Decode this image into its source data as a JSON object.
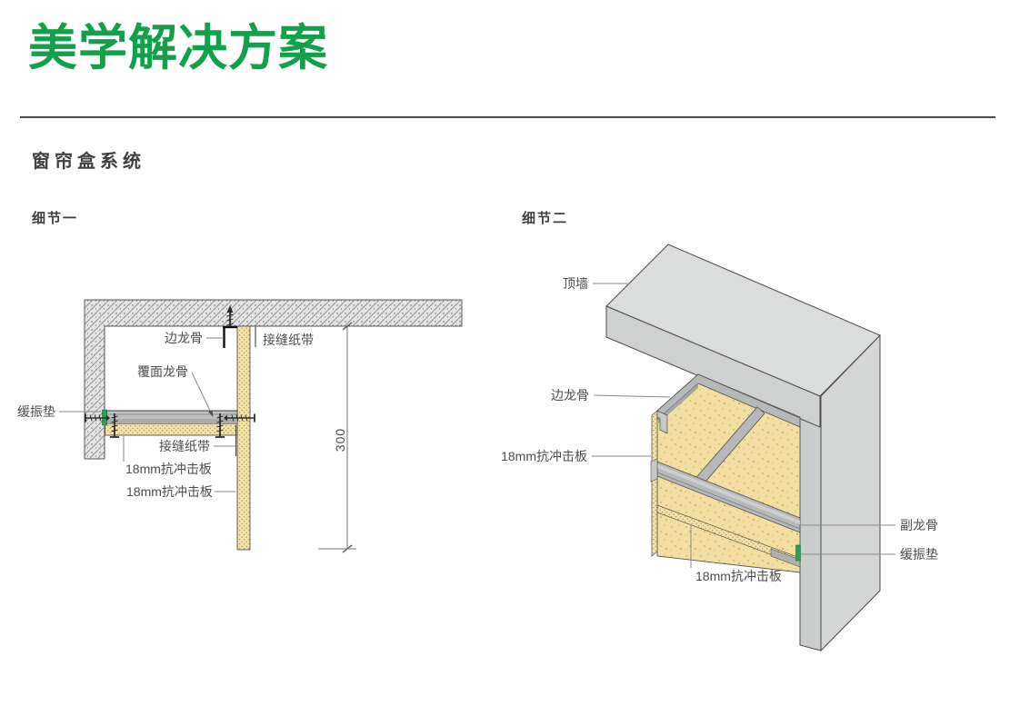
{
  "page": {
    "title": "美学解决方案",
    "section_title": "窗帘盒系统",
    "accent_color": "#13A04A",
    "divider_color": "#4A4A4A",
    "text_color": "#4D4D4D"
  },
  "detail1": {
    "title": "细节一",
    "dimension_mm": "300",
    "labels": {
      "edge_keel": "边龙骨",
      "joint_tape_top": "接缝纸带",
      "facing_keel": "覆面龙骨",
      "damping_pad": "缓振垫",
      "joint_tape_bottom": "接缝纸带",
      "impact_board_upper": "18mm抗冲击板",
      "impact_board_lower": "18mm抗冲击板"
    }
  },
  "detail2": {
    "title": "细节二",
    "labels": {
      "top_wall": "顶墙",
      "edge_keel": "边龙骨",
      "impact_board_side": "18mm抗冲击板",
      "secondary_keel": "副龙骨",
      "damping_pad": "缓振垫",
      "impact_board_bottom": "18mm抗冲击板"
    }
  },
  "colors": {
    "concrete_fill": "#E4E4E4",
    "concrete_hatch_line": "#909090",
    "board_yellow": "#F4E2A7",
    "board_dot": "#8D7B4A",
    "panel_speckle_yellow": "#F3DFA2",
    "keel_gray": "#B6B9B8",
    "slab_top_gray": "#DBDCDC",
    "slab_front_gray": "#CFD0D0",
    "wall_side_gray": "#D5D6D6",
    "damping_pad_green": "#2AA14E"
  }
}
